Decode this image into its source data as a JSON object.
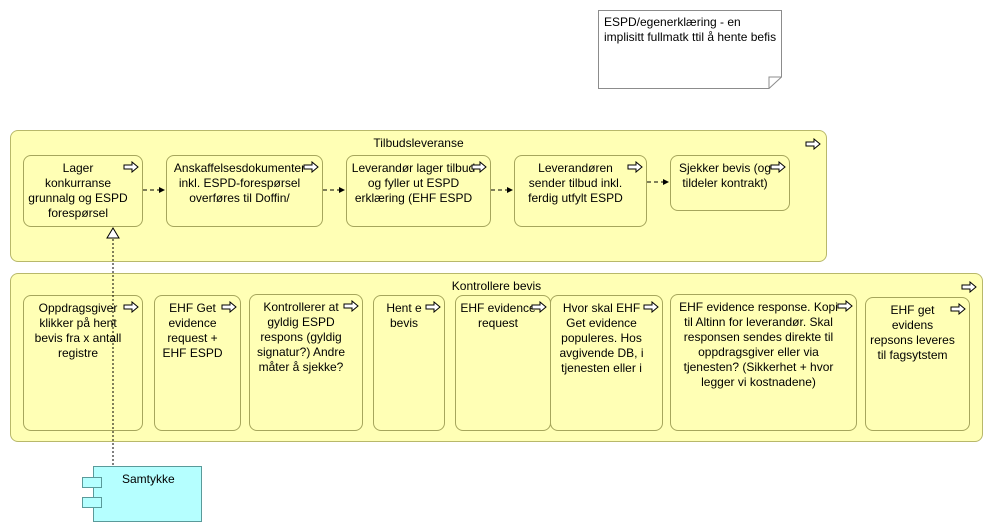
{
  "note": {
    "text": "ESPD/egenerklæring - en implisitt fullmatk ttil å hente befis"
  },
  "groups": {
    "tilbud": {
      "title": "Tilbudsleveranse",
      "boxes": [
        "Lager konkurranse grunnalg og ESPD forespørsel",
        "Anskaffelsesdokumenter inkl. ESPD-forespørsel overføres til Doffin/",
        "Leverandør lager tilbud og fyller ut ESPD erklæring (EHF ESPD",
        "Leverandøren sender tilbud inkl. ferdig utfylt ESPD",
        "Sjekker bevis (og tildeler kontrakt)"
      ]
    },
    "kontroll": {
      "title": "Kontrollere bevis",
      "boxes": [
        "Oppdragsgiver klikker på hent bevis fra x antall registre",
        "EHF Get evidence request + EHF ESPD",
        "Kontrollerer at gyldig ESPD respons (gyldig signatur?) Andre måter å sjekke?",
        "Hent e bevis",
        "EHF evidence request",
        "Hvor skal EHF Get evidence populeres. Hos avgivende DB, i tjenesten eller i",
        "EHF evidence response. Kopi til Altinn for leverandør. Skal responsen sendes direkte til oppdragsgiver eller via tjenesten? (Sikkerhet + hvor legger vi kostnadene)",
        "EHF get evidens repsons leveres til fagsytstem"
      ]
    }
  },
  "component": {
    "label": "Samtykke"
  },
  "colors": {
    "process_fill": "#ffffb5",
    "component_fill": "#b5ffff",
    "border": "#a6a65c"
  }
}
